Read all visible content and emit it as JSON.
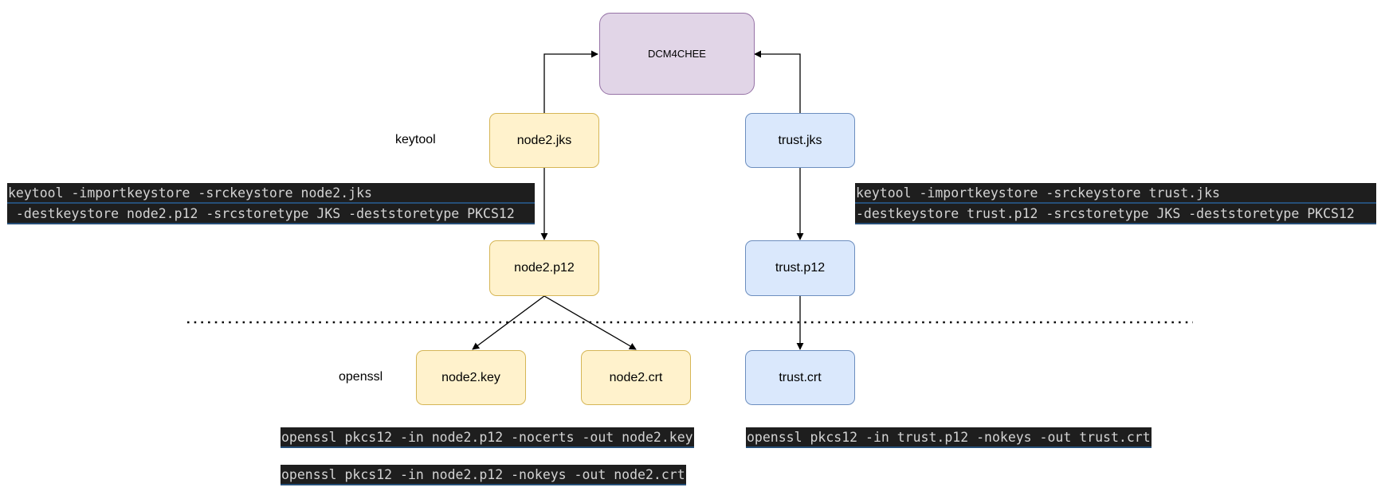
{
  "nodes": {
    "dcm4chee": "DCM4CHEE",
    "node2_jks": "node2.jks",
    "node2_p12": "node2.p12",
    "node2_key": "node2.key",
    "node2_crt": "node2.crt",
    "trust_jks": "trust.jks",
    "trust_p12": "trust.p12",
    "trust_crt": "trust.crt"
  },
  "labels": {
    "keytool": "keytool",
    "openssl": "openssl"
  },
  "commands": {
    "keytool_node2_line1": "keytool -importkeystore -srckeystore node2.jks",
    "keytool_node2_line2": " -destkeystore node2.p12 -srcstoretype JKS -deststoretype PKCS12",
    "keytool_trust_line1": "keytool -importkeystore -srckeystore trust.jks",
    "keytool_trust_line2": "-destkeystore trust.p12 -srcstoretype JKS -deststoretype PKCS12",
    "openssl_node2_key": "openssl pkcs12 -in node2.p12 -nocerts -out node2.key",
    "openssl_node2_crt": "openssl pkcs12 -in node2.p12 -nokeys -out node2.crt",
    "openssl_trust_crt": "openssl pkcs12 -in trust.p12 -nokeys -out trust.crt"
  },
  "colors": {
    "yellow_fill": "#fff2cc",
    "yellow_stroke": "#d6b656",
    "blue_fill": "#dae8fc",
    "blue_stroke": "#6c8ebf",
    "purple_fill": "#e1d5e7",
    "purple_stroke": "#9673a6",
    "code_background": "#1e1e1e",
    "code_text": "#d4d4d4"
  }
}
